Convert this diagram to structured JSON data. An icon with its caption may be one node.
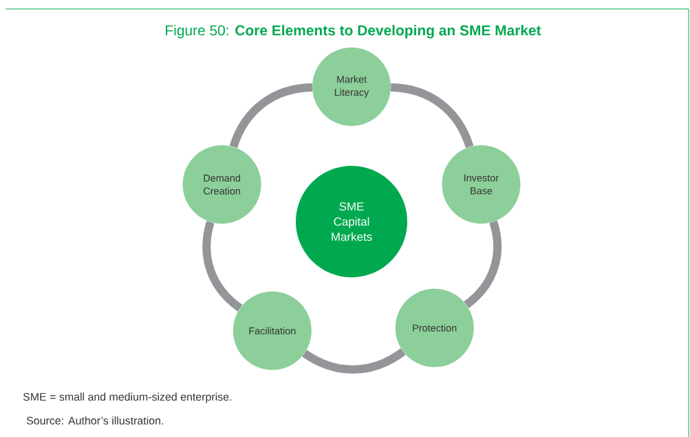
{
  "diagram": {
    "title": "Figure 50: **Core Elements to Developing an SME Market**",
    "nodes": [
      {
        "text": [
          "SME Capital Markets"
        ]
      },
      {
        "text": [
          "Market Literacy"
        ]
      },
      {
        "text": [
          "Investor Base"
        ]
      },
      {
        "text": [
          "Protection"
        ]
      },
      {
        "text": [
          "Facilitation"
        ]
      },
      {
        "text": [
          "Demand Creation"
        ]
      }
    ],
    "edges": [
      {
        "from": 1,
        "to": 2,
        "arrow": "none"
      },
      {
        "from": 2,
        "to": 3,
        "arrow": "none"
      },
      {
        "from": 3,
        "to": 4,
        "arrow": "none"
      },
      {
        "from": 4,
        "to": 5,
        "arrow": "none"
      },
      {
        "from": 5,
        "to": 1,
        "arrow": "none"
      }
    ],
    "labels": [
      "SME = small and medium-sized enterprise.",
      "Source: Author’s illustration."
    ]
  }
}
